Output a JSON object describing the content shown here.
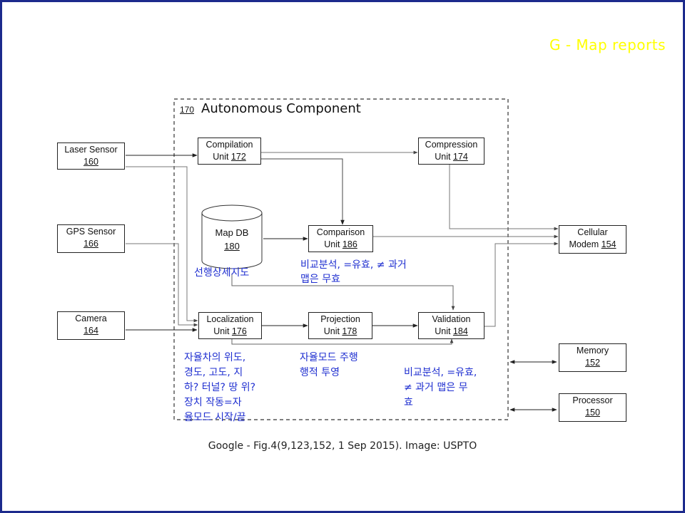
{
  "slide": {
    "title": "G - Map reports"
  },
  "component": {
    "number": "170",
    "title": "Autonomous Component"
  },
  "sensors": {
    "laser": {
      "name": "Laser Sensor",
      "number": "160"
    },
    "gps": {
      "name": "GPS Sensor",
      "number": "166"
    },
    "camera": {
      "name": "Camera",
      "number": "164"
    }
  },
  "units": {
    "compilation": {
      "name": "Compilation",
      "number_line": "Unit ",
      "number": "172"
    },
    "compression": {
      "name": "Compression",
      "number_line": "Unit ",
      "number": "174"
    },
    "comparison": {
      "name": "Comparison",
      "number_line": "Unit ",
      "number": "186"
    },
    "localization": {
      "name": "Localization",
      "number_line": "Unit ",
      "number": "176"
    },
    "projection": {
      "name": "Projection",
      "number_line": "Unit ",
      "number": "178"
    },
    "validation": {
      "name": "Validation",
      "number_line": "Unit ",
      "number": "184"
    }
  },
  "map_db": {
    "name": "Map DB",
    "number": "180"
  },
  "externals": {
    "cellular": {
      "name": "Cellular",
      "number_line": "Modem ",
      "number": "154"
    },
    "memory": {
      "name": "Memory",
      "number": "152"
    },
    "processor": {
      "name": "Processor",
      "number": "150"
    }
  },
  "notes": {
    "map_db": "선행상세지도",
    "comparison": [
      "비교분석, =유효, ≠ 과거",
      "맵은 무효"
    ],
    "localization": [
      "자율차의 위도,",
      "경도, 고도, 지",
      "하? 터널? 땅 위?",
      "장치 작동=자",
      "율모드 시작/끝"
    ],
    "projection": [
      "자율모드 주행",
      "행적 투영"
    ],
    "validation": [
      "비교분석, =유효,",
      "≠ 과거   맵은 무",
      "효"
    ]
  },
  "caption": "Google - Fig.4(9,123,152,  1 Sep 2015). Image: USPTO"
}
